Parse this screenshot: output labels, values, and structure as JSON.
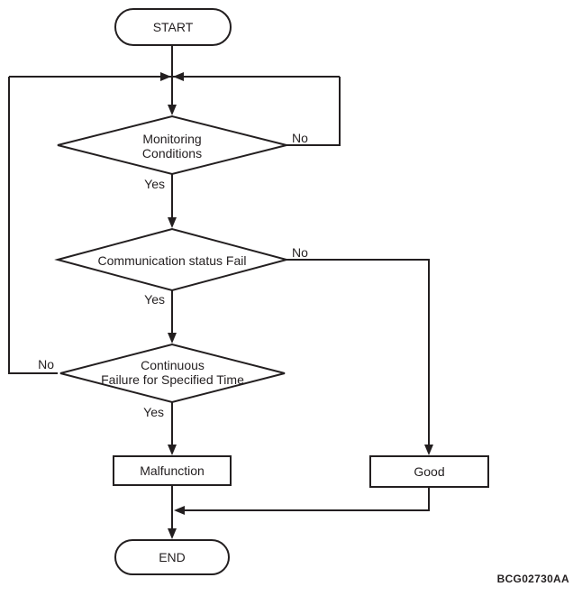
{
  "flowchart": {
    "start": {
      "label": "START"
    },
    "decision_monitoring": {
      "line1": "Monitoring",
      "line2": "Conditions",
      "yes": "Yes",
      "no": "No"
    },
    "decision_communication": {
      "line1": "Communication status Fail",
      "yes": "Yes",
      "no": "No"
    },
    "decision_continuous": {
      "line1": "Continuous",
      "line2": "Failure for Specified Time",
      "yes": "Yes",
      "no": "No"
    },
    "malfunction": {
      "label": "Malfunction"
    },
    "good": {
      "label": "Good"
    },
    "end": {
      "label": "END"
    },
    "figure_code": "BCG02730AA",
    "colors": {
      "line": "#231f20",
      "background": "#ffffff"
    }
  }
}
